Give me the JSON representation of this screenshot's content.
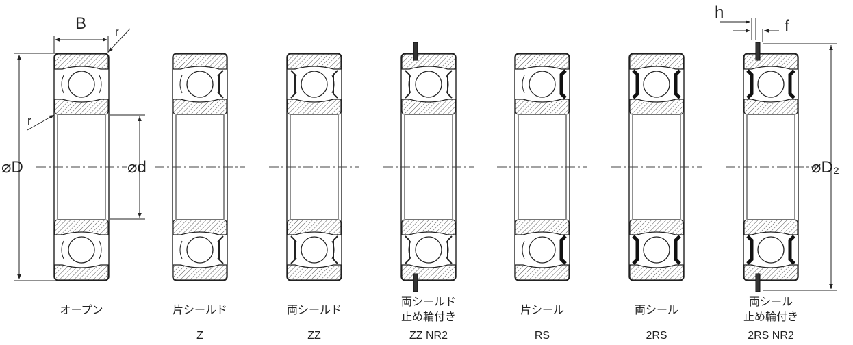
{
  "dimensions": {
    "outer_diameter": "⌀D",
    "bore_diameter": "⌀d",
    "snap_ring_diameter": "⌀D₂",
    "width": "B",
    "chamfer": "r",
    "snap_ring_h": "h",
    "snap_ring_f": "f"
  },
  "bearings": [
    {
      "name": "オープン",
      "code": "",
      "seal": "open",
      "snap_ring": false
    },
    {
      "name": "片シールド",
      "code": "Z",
      "seal": "shield-one",
      "snap_ring": false
    },
    {
      "name": "両シールド",
      "code": "ZZ",
      "seal": "shield-both",
      "snap_ring": false
    },
    {
      "name": "両シールド\n止め輪付き",
      "code": "ZZ NR2",
      "seal": "shield-both",
      "snap_ring": true
    },
    {
      "name": "片シール",
      "code": "RS",
      "seal": "seal-one",
      "snap_ring": false
    },
    {
      "name": "両シール",
      "code": "2RS",
      "seal": "seal-both",
      "snap_ring": false
    },
    {
      "name": "両シール\n止め輪付き",
      "code": "2RS NR2",
      "seal": "seal-both",
      "snap_ring": true
    }
  ]
}
